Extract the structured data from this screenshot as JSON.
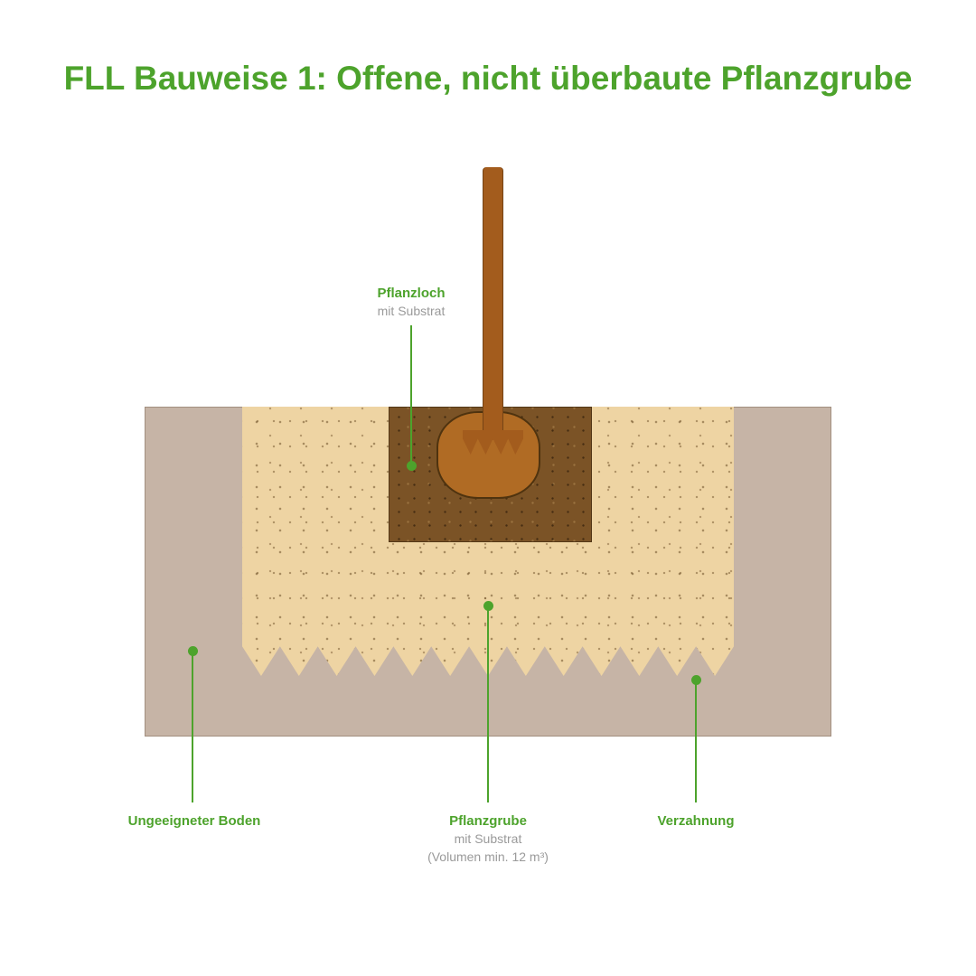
{
  "title": "FLL Bauweise 1: Offene, nicht überbaute Pflanzgrube",
  "labels": {
    "pflanzloch": {
      "title": "Pflanzloch",
      "subtitle": "mit Substrat"
    },
    "ungeeigneter_boden": {
      "title": "Ungeeigneter Boden"
    },
    "pflanzgrube": {
      "title": "Pflanzgrube",
      "subtitle": "mit Substrat",
      "subtitle2": "(Volumen min. 12 m³)"
    },
    "verzahnung": {
      "title": "Verzahnung"
    }
  },
  "colors": {
    "accent_green": "#4DA32C",
    "label_grey": "#9A9A9A",
    "soil": "#C6B4A6",
    "substrate": "#EED4A3",
    "planting_hole": "#7B5326",
    "trunk": "#A35C1D",
    "rootball": "#B06B24"
  }
}
